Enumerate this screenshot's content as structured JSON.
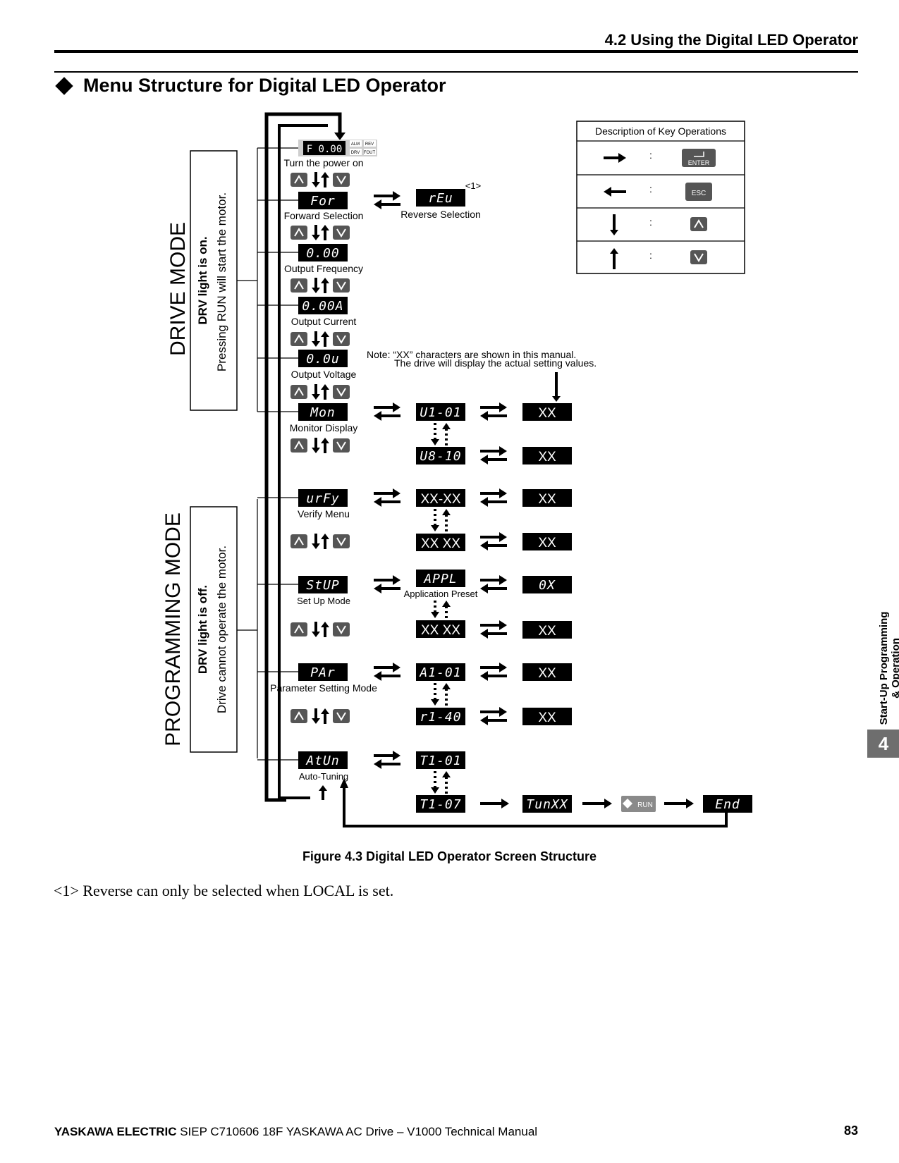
{
  "header": {
    "section_title": "4.2 Using the Digital LED Operator"
  },
  "section": {
    "title": "Menu Structure for Digital LED Operator"
  },
  "figure": {
    "caption": "Figure 4.3  Digital LED Operator Screen Structure",
    "drive_mode": {
      "title": "DRIVE MODE",
      "light": "DRV light is on.",
      "note": "Pressing RUN will start the motor."
    },
    "programming_mode": {
      "title": "PROGRAMMING MODE",
      "light": "DRV light is off.",
      "note": "Drive cannot operate the motor."
    },
    "screens": [
      {
        "display": "F  0.00",
        "label": "Turn the power on"
      },
      {
        "display": "For",
        "label": "Forward Selection"
      },
      {
        "display": "0.00",
        "label": "Output Frequency"
      },
      {
        "display": "0.00A",
        "label": "Output Current"
      },
      {
        "display": "0.0u",
        "label": "Output Voltage"
      },
      {
        "display": "Mon",
        "label": "Monitor Display"
      },
      {
        "display": "urFy",
        "label": "Verify Menu"
      },
      {
        "display": "StUP",
        "label": "Set Up Mode"
      },
      {
        "display": "PAr",
        "label": "Parameter Setting Mode"
      },
      {
        "display": "AtUn",
        "label": "Auto-Tuning"
      }
    ],
    "reverse": {
      "display": "rEu",
      "label": "Reverse Selection",
      "ref": "<1>"
    },
    "status_leds": [
      "ALM",
      "REV",
      "DRV",
      "FOUT"
    ],
    "param_displays": {
      "monitor_first": "U1-01",
      "monitor_last": "U8-10",
      "verify_first": "XX-XX",
      "verify_last": "XX  XX",
      "setup_first": "APPL",
      "setup_first_label": "Application Preset",
      "setup_last": "XX  XX",
      "param_first": "A1-01",
      "param_last": "r1-40",
      "tune_first": "T1-01",
      "tune_last": "T1-07",
      "tune_fun": "TunXX",
      "tune_end": "End"
    },
    "value_displays": {
      "xx": "XX",
      "setup_value": "0X"
    },
    "note_text_1": "Note: “XX” characters are shown in this manual.",
    "note_text_2": "The drive will display the actual setting values.",
    "keys_table": {
      "title": "Description of Key Operations",
      "colon": ":",
      "enter": "ENTER",
      "esc": "ESC",
      "run": "RUN"
    }
  },
  "footnote": "<1> Reverse can only be selected when LOCAL is set.",
  "footer": {
    "company": "YASKAWA ELECTRIC",
    "doc": " SIEP C710606 18F YASKAWA AC Drive – V1000 Technical Manual",
    "page": "83"
  },
  "side_tab": {
    "number": "4",
    "line1": "Start-Up Programming",
    "line2": "& Operation"
  }
}
